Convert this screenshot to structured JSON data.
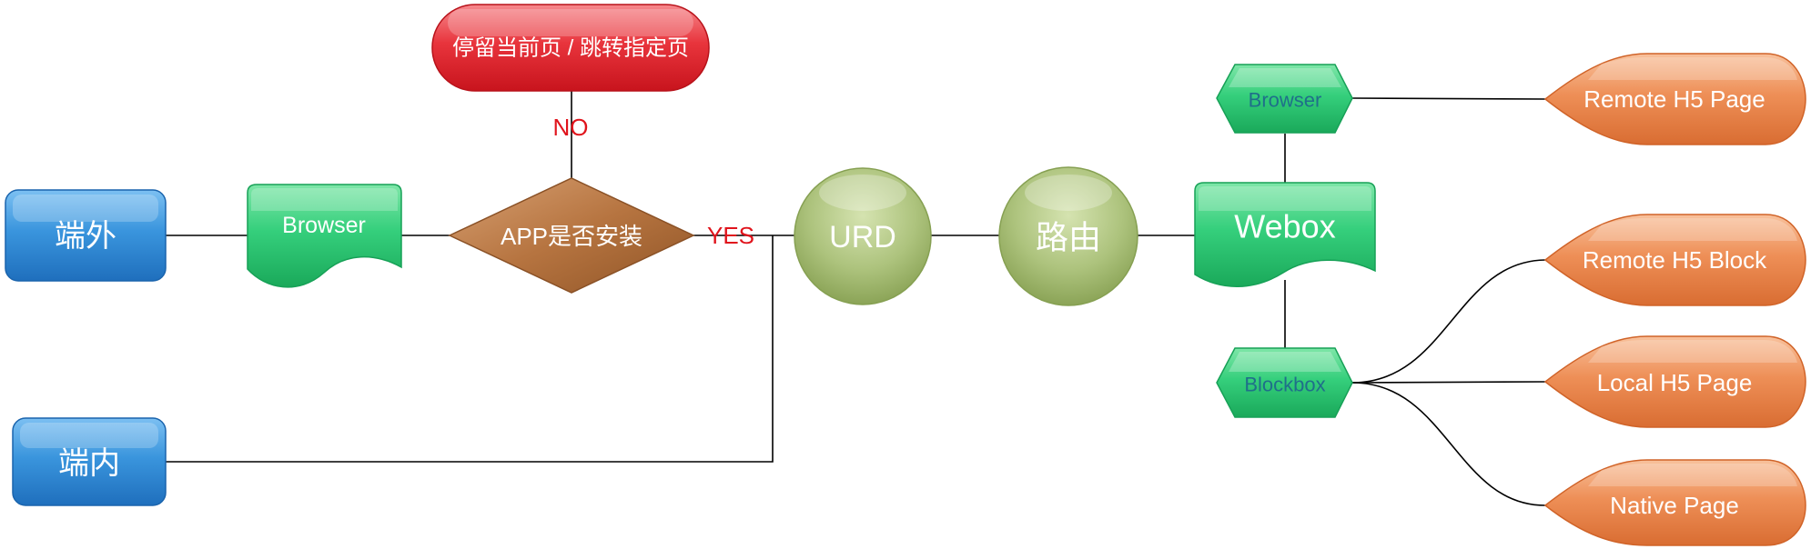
{
  "nodes": {
    "external": "端外",
    "internal": "端内",
    "browser_left": "Browser",
    "app_installed": "APP是否安装",
    "stay_or_jump": "停留当前页 / 跳转指定页",
    "urd": "URD",
    "router": "路由",
    "webox": "Webox",
    "browser_right": "Browser",
    "blockbox": "Blockbox",
    "remote_h5_page": "Remote H5 Page",
    "remote_h5_block": "Remote H5 Block",
    "local_h5_page": "Local H5 Page",
    "native_page": "Native Page"
  },
  "edge_labels": {
    "no": "NO",
    "yes": "YES"
  },
  "colors": {
    "blue": "#2f88d4",
    "green": "#2ec874",
    "brown": "#b56f3a",
    "red": "#e3222b",
    "olive": "#a8be78",
    "orange": "#ec8a52",
    "edge_label_red": "#e0141c"
  }
}
